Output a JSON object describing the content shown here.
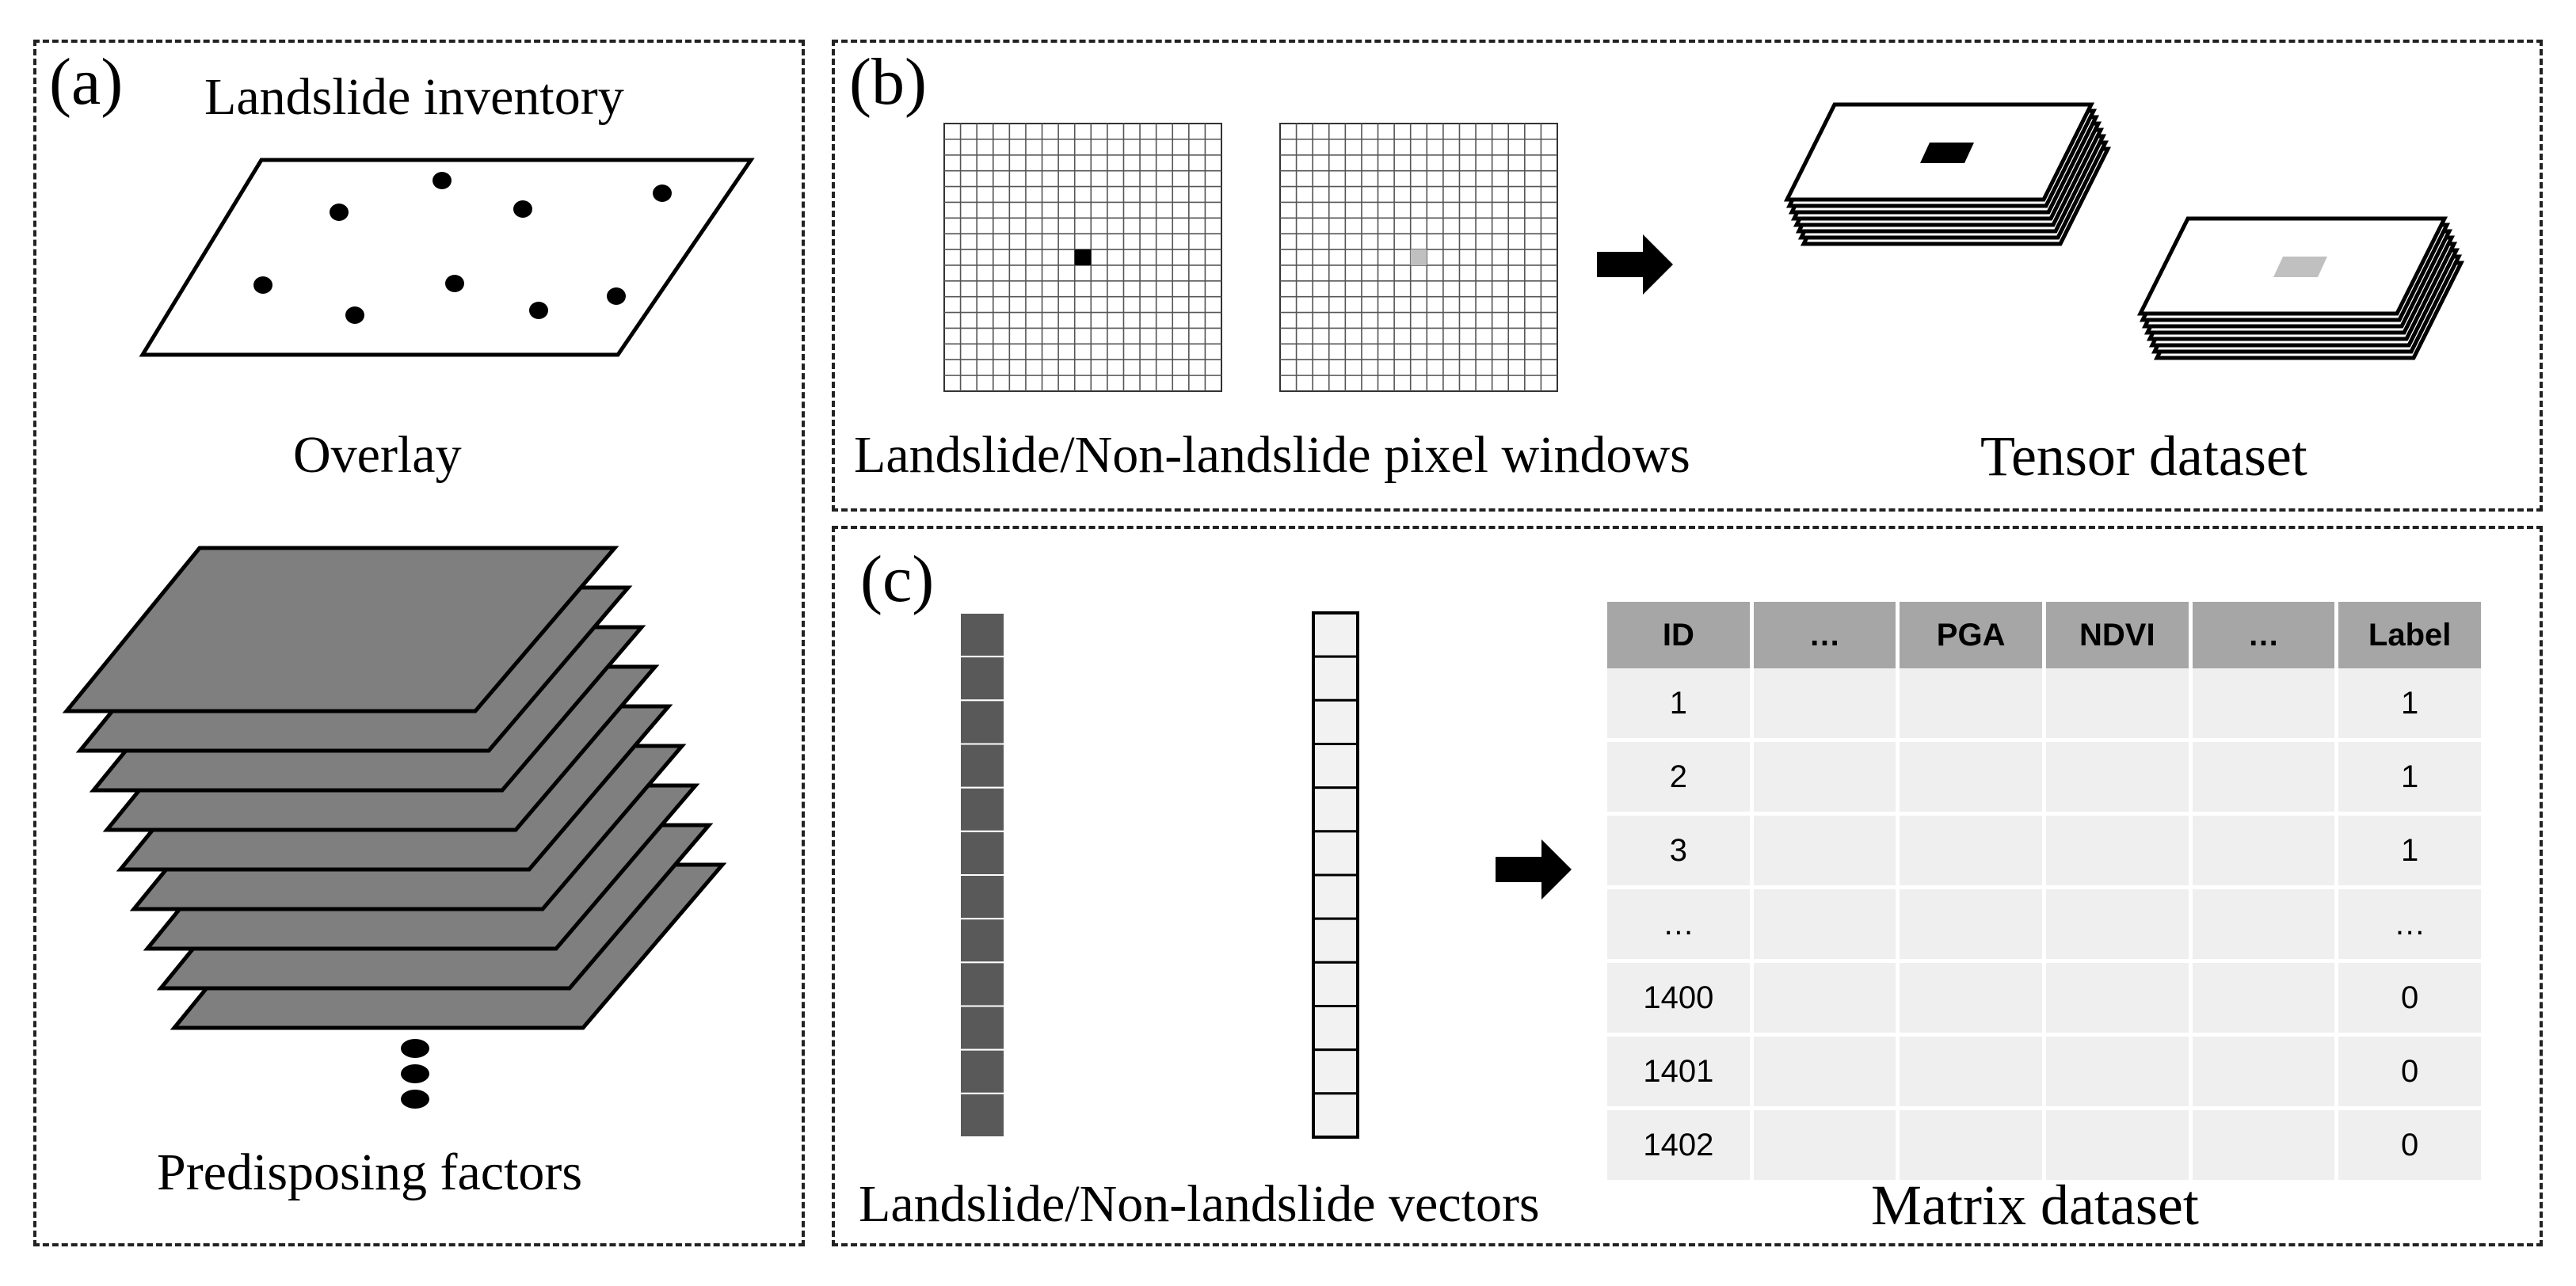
{
  "panels": {
    "a": {
      "label": "(a)",
      "inventory_title": "Landslide inventory",
      "overlay_label": "Overlay",
      "factors_label": "Predisposing factors"
    },
    "b": {
      "label": "(b)",
      "windows_caption": "Landslide/Non-landslide pixel windows",
      "tensor_caption": "Tensor dataset"
    },
    "c": {
      "label": "(c)",
      "vectors_caption": "Landslide/Non-landslide vectors",
      "matrix_caption": "Matrix dataset"
    }
  },
  "table": {
    "headers": [
      "ID",
      "…",
      "PGA",
      "NDVI",
      "…",
      "Label"
    ],
    "rows": [
      [
        "1",
        "",
        "",
        "",
        "",
        "1"
      ],
      [
        "2",
        "",
        "",
        "",
        "",
        "1"
      ],
      [
        "3",
        "",
        "",
        "",
        "",
        "1"
      ],
      [
        "…",
        "",
        "",
        "",
        "",
        "…"
      ],
      [
        "1400",
        "",
        "",
        "",
        "",
        "0"
      ],
      [
        "1401",
        "",
        "",
        "",
        "",
        "0"
      ],
      [
        "1402",
        "",
        "",
        "",
        "",
        "0"
      ]
    ]
  },
  "colors": {
    "factor_layer": "#7f7f7f",
    "landslide_cell": "#000000",
    "non_landslide_cell": "#c0c0c0",
    "landslide_vector": "#595959",
    "non_landslide_vector": "#f2f2f2",
    "table_header": "#a6a6a6",
    "table_body": "#efefef"
  }
}
